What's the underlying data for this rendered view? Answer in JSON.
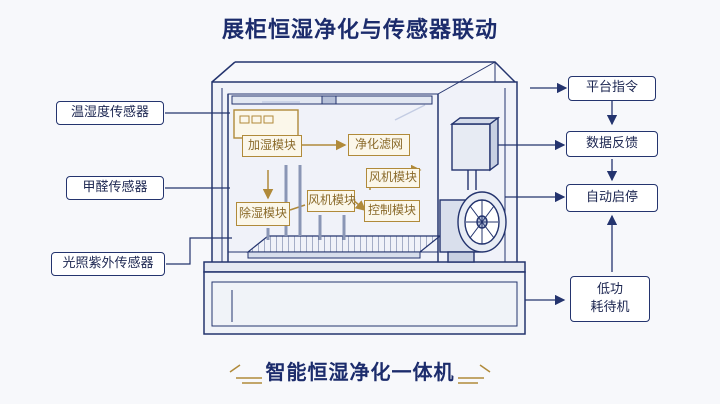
{
  "title": "展柜恒湿净化与传感器联动",
  "bottom_title": "智能恒湿净化一体机",
  "left_labels": {
    "temp_humidity": "温湿度传感器",
    "formaldehyde": "甲醛传感器",
    "light_uv": "光照紫外传感器"
  },
  "right_labels": {
    "platform_command": "平台指令",
    "data_feedback": "数据反馈",
    "auto_start_stop": "自动启停",
    "low_power_1": "低功",
    "low_power_2": "耗待机"
  },
  "modules": {
    "humidify": "加湿模块",
    "purify_filter": "净化滤网",
    "fan_top": "风机模块",
    "dehumidify": "除湿模块",
    "fan_mid": "风机模块",
    "control": "控制模块"
  },
  "colors": {
    "navy": "#24346e",
    "gold": "#b08a3a",
    "background": "#f7f8fb"
  }
}
